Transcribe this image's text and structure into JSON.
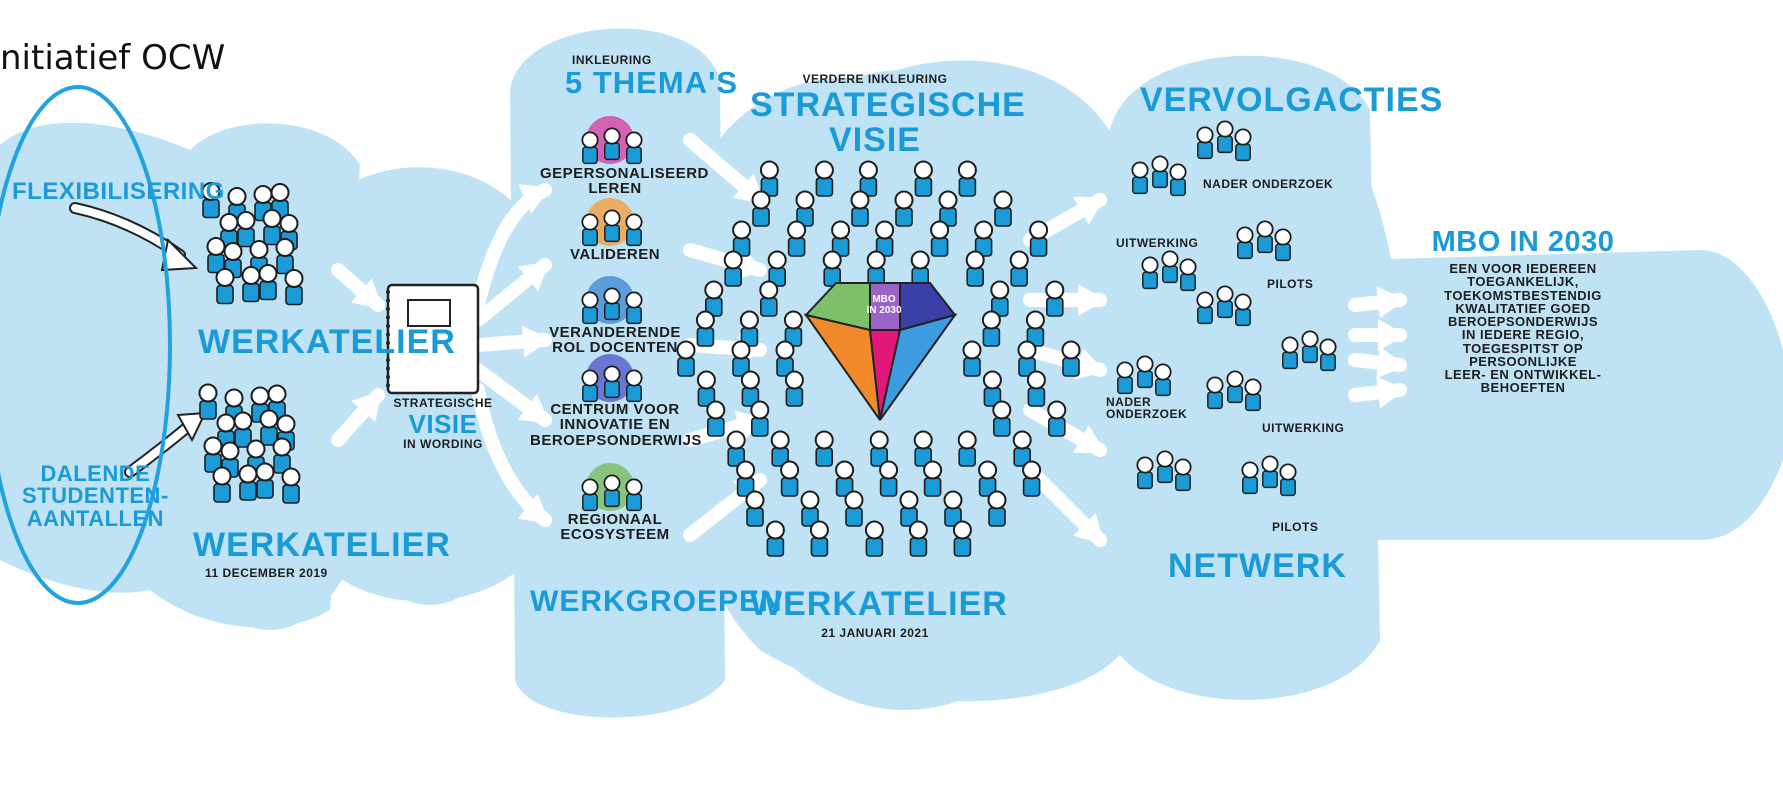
{
  "header": {
    "title": "nitiatief OCW"
  },
  "colors": {
    "cloud": "#bfe3f4",
    "accent": "#1a9ad6",
    "outline": "#21a3e0",
    "ink": "#1d1d1d",
    "themes": [
      "#d64aa8",
      "#f0a54a",
      "#4a8fd6",
      "#5a63c8",
      "#7cc06a"
    ]
  },
  "inputs": {
    "flexibilisering": "FLEXIBILISERING",
    "dalende": "DALENDE\nSTUDENTEN-\nAANTALLEN"
  },
  "werkatelier_1": {
    "title": "WERKATELIER"
  },
  "werkatelier_2": {
    "title": "WERKATELIER",
    "date": "11 DECEMBER 2019"
  },
  "visie_wording": {
    "pre": "STRATEGISCHE",
    "main": "VISIE",
    "post": "IN WORDING"
  },
  "themas": {
    "pre": "INKLEURING",
    "title": "5 THEMA'S",
    "items": [
      "GEPERSONALISEERD\nLEREN",
      "VALIDEREN",
      "VERANDERENDE\nROL DOCENTEN",
      "CENTRUM VOOR\nINNOVATIE EN\nBEROEPSONDERWIJS",
      "REGIONAAL\nECOSYSTEEM"
    ],
    "footer": "WERKGROEPEN"
  },
  "strategische": {
    "pre": "VERDERE INKLEURING",
    "title": "STRATEGISCHE\nVISIE",
    "diamond_text": "MBO\nIN 2030",
    "footer": "WERKATELIER",
    "date": "21 JANUARI 2021"
  },
  "vervolg": {
    "title": "VERVOLGACTIES",
    "labels": [
      "NADER ONDERZOEK",
      "UITWERKING",
      "PILOTS",
      "NADER\nONDERZOEK",
      "UITWERKING",
      "PILOTS"
    ],
    "footer": "NETWERK"
  },
  "mbo2030": {
    "title": "MBO IN 2030",
    "body": "EEN VOOR IEDEREEN\nTOEGANKELIJK,\nTOEKOMSTBESTENDIG\nKWALITATIEF GOED\nBEROEPSONDERWIJS\nIN IEDERE REGIO,\nTOEGESPITST OP\nPERSOONLIJKE\nLEER- EN ONTWIKKEL-\nBEHOEFTEN"
  }
}
